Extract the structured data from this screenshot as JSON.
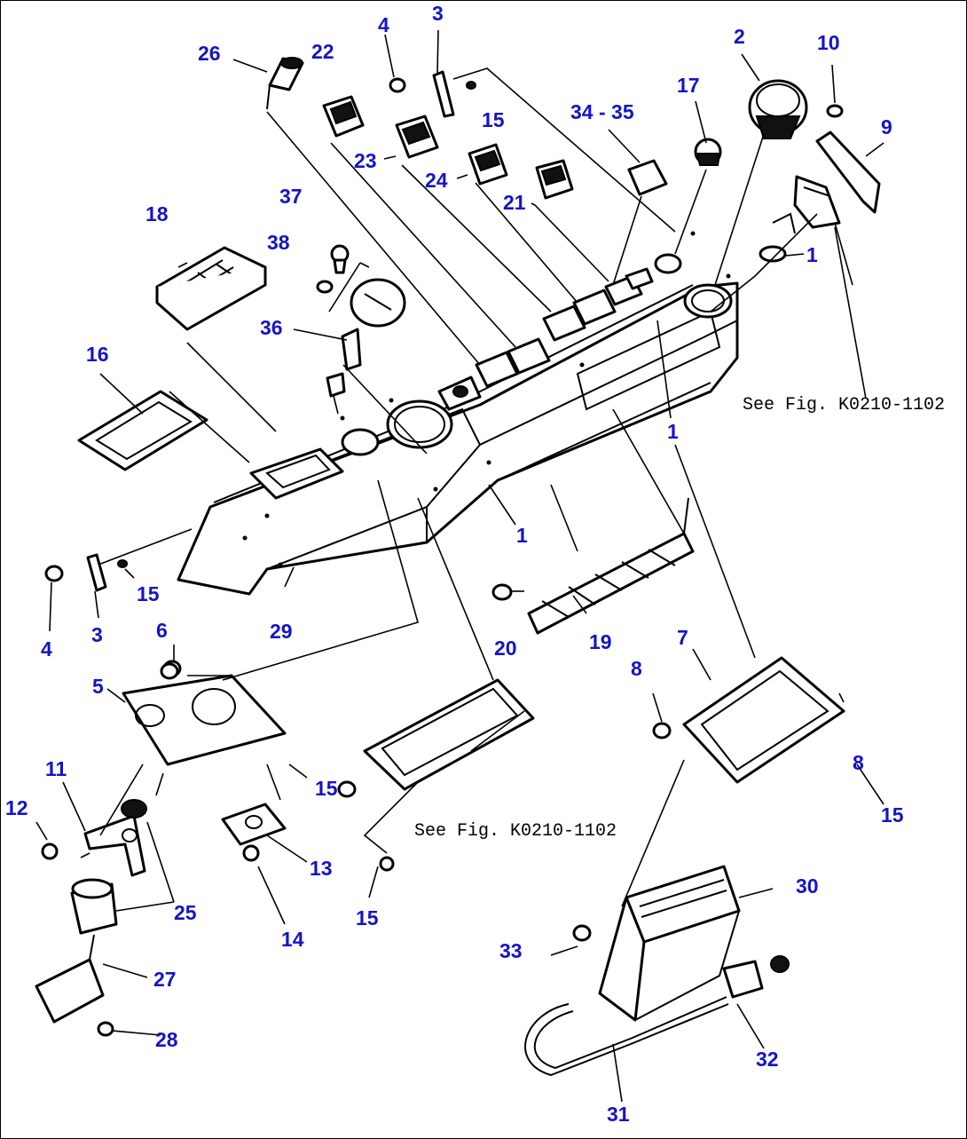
{
  "diagram": {
    "callouts": [
      {
        "id": "c-26",
        "text": "26"
      },
      {
        "id": "c-22",
        "text": "22"
      },
      {
        "id": "c-4a",
        "text": "4"
      },
      {
        "id": "c-3a",
        "text": "3"
      },
      {
        "id": "c-15a",
        "text": "15"
      },
      {
        "id": "c-23",
        "text": "23"
      },
      {
        "id": "c-24",
        "text": "24"
      },
      {
        "id": "c-21",
        "text": "21"
      },
      {
        "id": "c-3435",
        "text": "34 - 35"
      },
      {
        "id": "c-17",
        "text": "17"
      },
      {
        "id": "c-2",
        "text": "2"
      },
      {
        "id": "c-10",
        "text": "10"
      },
      {
        "id": "c-9",
        "text": "9"
      },
      {
        "id": "c-1a",
        "text": "1"
      },
      {
        "id": "c-37",
        "text": "37"
      },
      {
        "id": "c-38",
        "text": "38"
      },
      {
        "id": "c-18",
        "text": "18"
      },
      {
        "id": "c-36",
        "text": "36"
      },
      {
        "id": "c-16",
        "text": "16"
      },
      {
        "id": "c-1b",
        "text": "1"
      },
      {
        "id": "c-1c",
        "text": "1"
      },
      {
        "id": "c-4b",
        "text": "4"
      },
      {
        "id": "c-3b",
        "text": "3"
      },
      {
        "id": "c-15b",
        "text": "15"
      },
      {
        "id": "c-29",
        "text": "29"
      },
      {
        "id": "c-20",
        "text": "20"
      },
      {
        "id": "c-19",
        "text": "19"
      },
      {
        "id": "c-7",
        "text": "7"
      },
      {
        "id": "c-6",
        "text": "6"
      },
      {
        "id": "c-5",
        "text": "5"
      },
      {
        "id": "c-8a",
        "text": "8"
      },
      {
        "id": "c-11",
        "text": "11"
      },
      {
        "id": "c-15c",
        "text": "15"
      },
      {
        "id": "c-12",
        "text": "12"
      },
      {
        "id": "c-8b",
        "text": "8"
      },
      {
        "id": "c-15d",
        "text": "15"
      },
      {
        "id": "c-13",
        "text": "13"
      },
      {
        "id": "c-25",
        "text": "25"
      },
      {
        "id": "c-14",
        "text": "14"
      },
      {
        "id": "c-15e",
        "text": "15"
      },
      {
        "id": "c-30",
        "text": "30"
      },
      {
        "id": "c-33",
        "text": "33"
      },
      {
        "id": "c-27",
        "text": "27"
      },
      {
        "id": "c-28",
        "text": "28"
      },
      {
        "id": "c-32",
        "text": "32"
      },
      {
        "id": "c-31",
        "text": "31"
      }
    ],
    "references": [
      {
        "id": "ref-1",
        "text": "See Fig. K0210-1102"
      },
      {
        "id": "ref-2",
        "text": "See Fig. K0210-1102"
      }
    ],
    "colors": {
      "callout": "#1414c8",
      "line": "#000000",
      "background": "#ffffff"
    }
  }
}
